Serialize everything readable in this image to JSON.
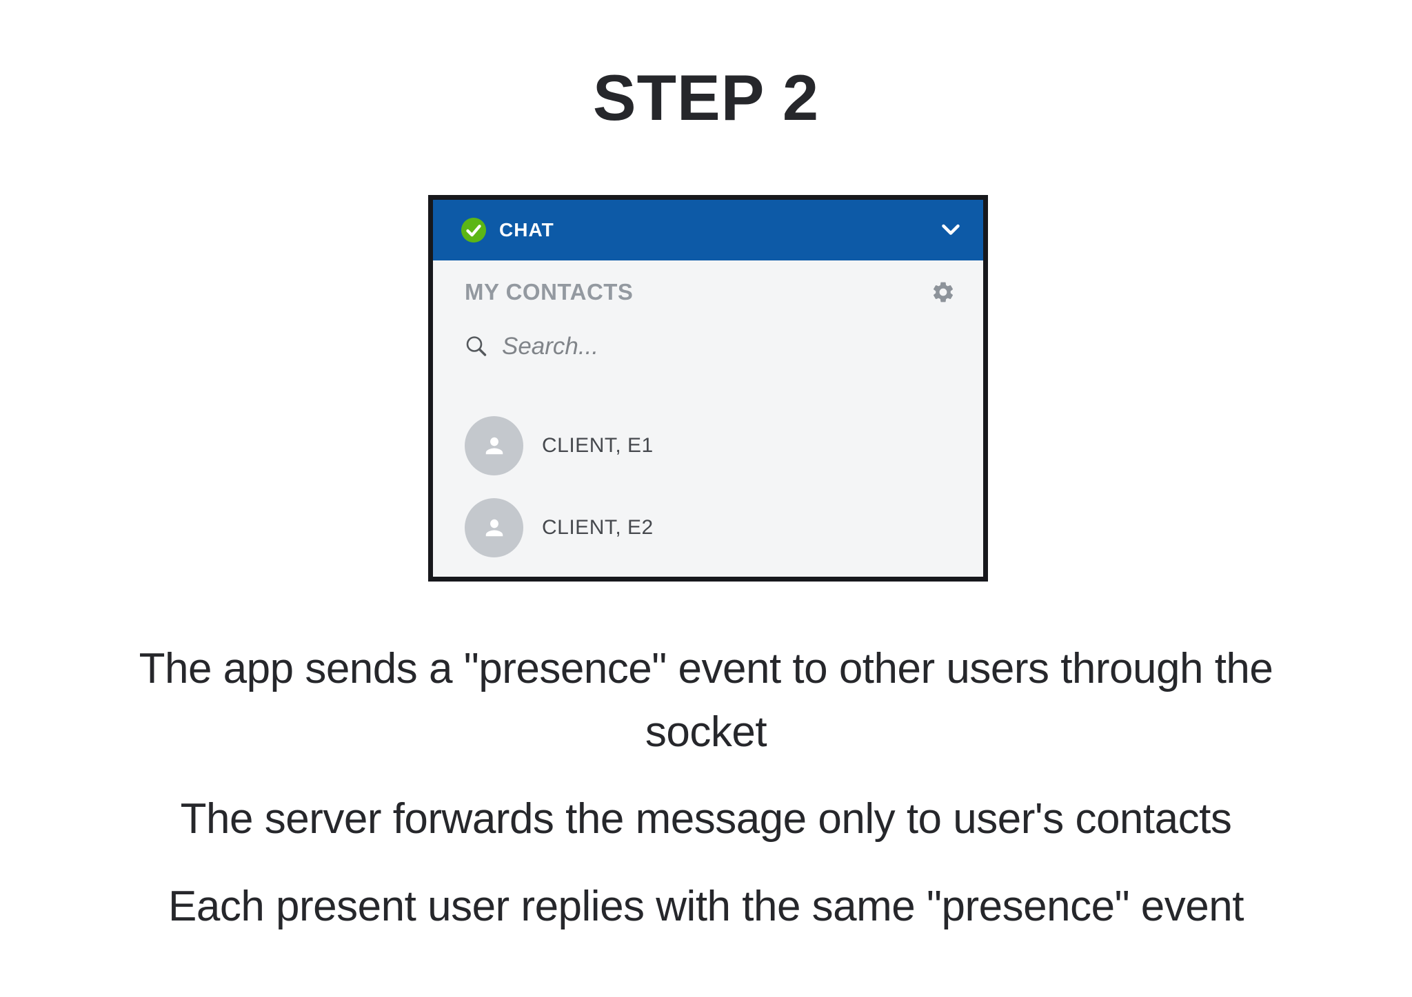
{
  "page": {
    "title": "STEP 2",
    "background": "#ffffff"
  },
  "chat_widget": {
    "header": {
      "title": "CHAT",
      "status_icon": "online-check-icon",
      "collapse_icon": "chevron-down-icon"
    },
    "contacts": {
      "heading": "MY CONTACTS",
      "settings_icon": "gear-icon",
      "search": {
        "placeholder": "Search...",
        "value": ""
      },
      "items": [
        {
          "name": "CLIENT, E1",
          "avatar_icon": "user-avatar-icon"
        },
        {
          "name": "CLIENT, E2",
          "avatar_icon": "user-avatar-icon"
        }
      ]
    },
    "colors": {
      "header_bar": "#0d5aa7",
      "status_green": "#5cb615",
      "border": "#17181c",
      "body_background": "#f4f5f6",
      "heading_gray": "#9399a0",
      "avatar_gray": "#c4c8cd",
      "contact_text": "#46494e"
    }
  },
  "description": {
    "paragraphs": [
      "The app sends a \"presence\" event to other users through the socket",
      "The server forwards the message only to user's contacts",
      "Each present user replies with the same \"presence\" event"
    ]
  }
}
